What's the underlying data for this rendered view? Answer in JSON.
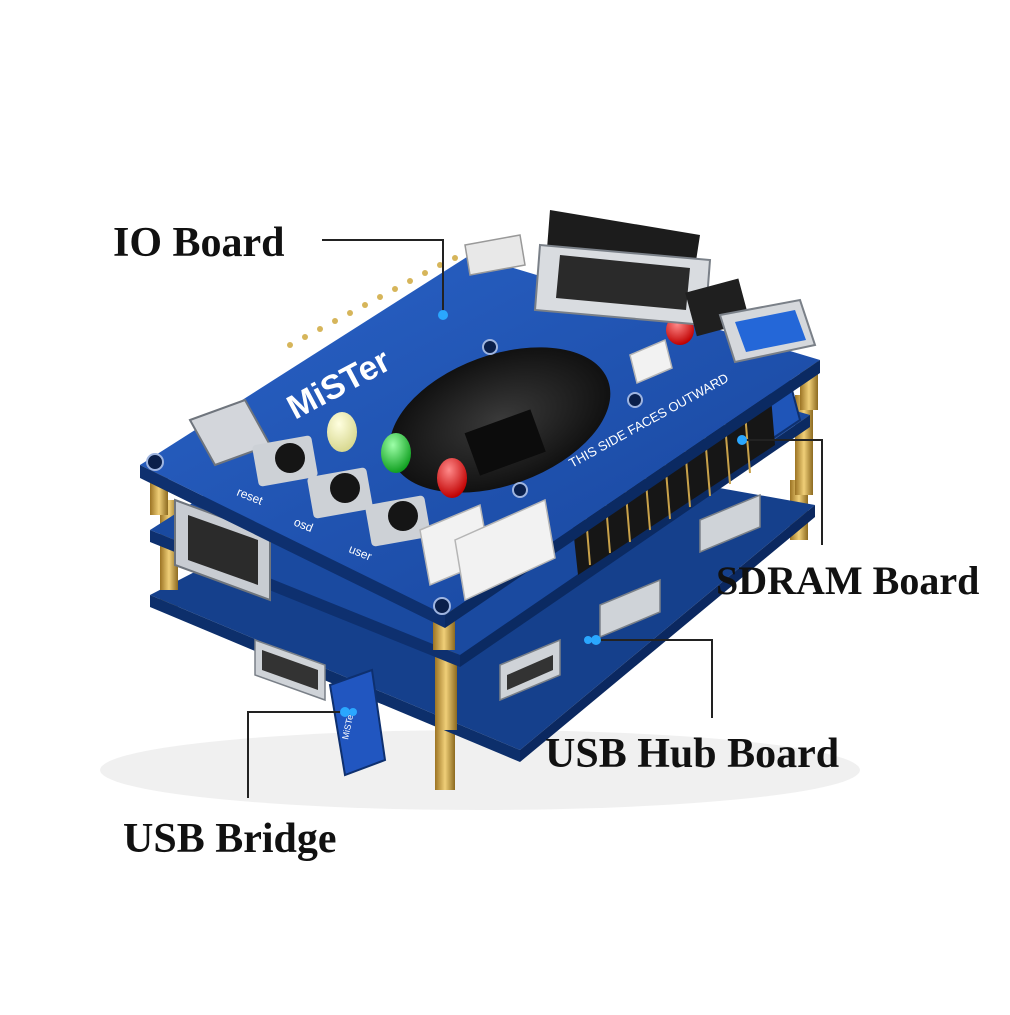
{
  "photo": {
    "subject": "MiSTer FPGA board stack",
    "colors": {
      "pcb": "#1d4fae",
      "pcb_dark": "#0f2e6e",
      "gold": "#d4a44a",
      "black": "#1a1a1a",
      "leader": "#222222"
    }
  },
  "callouts": {
    "io_board": "IO Board",
    "sdram_board": "SDRAM Board",
    "usb_hub_board": "USB Hub Board",
    "usb_bridge": "USB Bridge"
  },
  "pcb_silkscreen": {
    "logo": "MiSTer",
    "sdram_notice": "THIS SIDE FACES OUTWARD",
    "button_labels": [
      "reset",
      "osd",
      "user"
    ]
  }
}
